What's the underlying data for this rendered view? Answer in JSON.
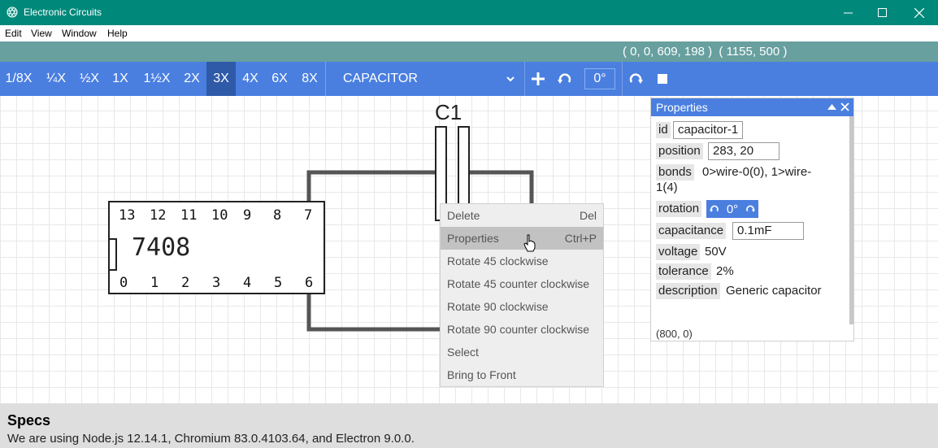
{
  "window": {
    "title": "Electronic Circuits"
  },
  "menu": [
    "Edit",
    "View",
    "Window",
    "Help"
  ],
  "coords": "( 0, 0, 609, 198 )  ( 1155, 500 )",
  "toolbar": {
    "zooms": [
      "1/8X",
      "¼X",
      "½X",
      "1X",
      "1½X",
      "2X",
      "3X",
      "4X",
      "6X",
      "8X"
    ],
    "active_zoom": "3X",
    "part": "CAPACITOR",
    "angle": "0°",
    "icons": [
      "plus-icon",
      "rotate-ccw-icon",
      "rotate-cw-icon",
      "stop-square-icon"
    ]
  },
  "circuit": {
    "capacitor_label": "C1",
    "chip_label": "7408",
    "top_pins": [
      "13",
      "12",
      "11",
      "10",
      "9",
      "8",
      "7"
    ],
    "bottom_pins": [
      "0",
      "1",
      "2",
      "3",
      "4",
      "5",
      "6"
    ]
  },
  "context_menu": {
    "items": [
      {
        "label": "Delete",
        "shortcut": "Del"
      },
      {
        "label": "Properties",
        "shortcut": "Ctrl+P"
      },
      {
        "label": "Rotate 45 clockwise",
        "shortcut": ""
      },
      {
        "label": "Rotate 45 counter clockwise",
        "shortcut": ""
      },
      {
        "label": "Rotate 90 clockwise",
        "shortcut": ""
      },
      {
        "label": "Rotate 90 counter clockwise",
        "shortcut": ""
      },
      {
        "label": "Select",
        "shortcut": ""
      },
      {
        "label": "Bring to Front",
        "shortcut": ""
      }
    ],
    "highlighted": "Properties"
  },
  "properties": {
    "title": "Properties",
    "id_label": "id",
    "id_value": "capacitor-1",
    "position_label": "position",
    "position_value": "283, 20",
    "bonds_label": "bonds",
    "bonds_line1": "0>wire-0(0), 1>wire-",
    "bonds_line2": "1(4)",
    "rotation_label": "rotation",
    "rotation_value": "0°",
    "capacitance_label": "capacitance",
    "capacitance_value": "0.1mF",
    "voltage_label": "voltage",
    "voltage_value": "50V",
    "tolerance_label": "tolerance",
    "tolerance_value": "2%",
    "description_label": "description",
    "description_value": "Generic capacitor",
    "footer": "(800, 0)"
  },
  "specs": {
    "title": "Specs",
    "text": "We are using Node.js 12.14.1, Chromium 83.0.4103.64, and Electron 9.0.0."
  },
  "colors": {
    "titlebar": "#00897b",
    "toolbar": "#4a7fe0",
    "coordbar": "#689f9f"
  }
}
